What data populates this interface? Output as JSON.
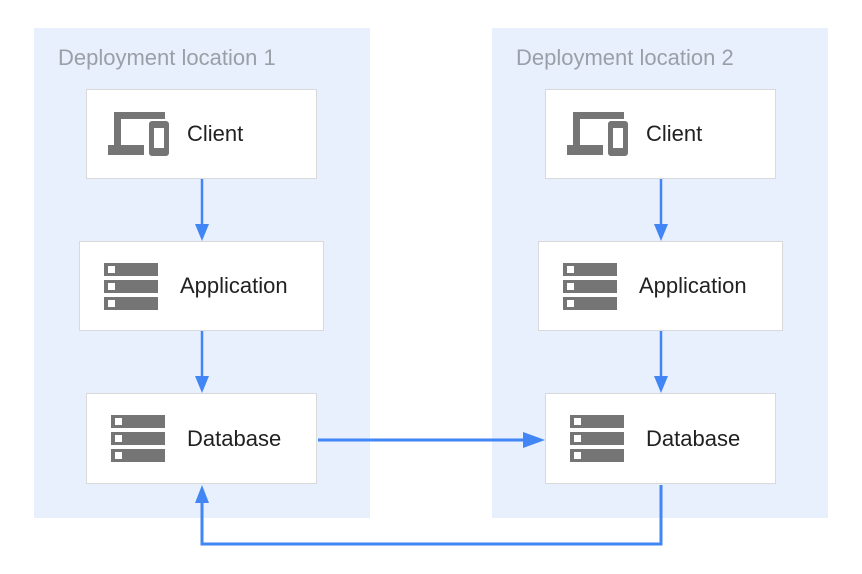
{
  "diagram": {
    "groups": [
      {
        "title": "Deployment location 1",
        "nodes": [
          {
            "id": "client-1",
            "label": "Client",
            "icon": "client-devices-icon"
          },
          {
            "id": "application-1",
            "label": "Application",
            "icon": "server-stack-icon"
          },
          {
            "id": "database-1",
            "label": "Database",
            "icon": "server-stack-icon"
          }
        ]
      },
      {
        "title": "Deployment location 2",
        "nodes": [
          {
            "id": "client-2",
            "label": "Client",
            "icon": "client-devices-icon"
          },
          {
            "id": "application-2",
            "label": "Application",
            "icon": "server-stack-icon"
          },
          {
            "id": "database-2",
            "label": "Database",
            "icon": "server-stack-icon"
          }
        ]
      }
    ],
    "connections": [
      {
        "from": "client-1",
        "to": "application-1",
        "direction": "down"
      },
      {
        "from": "application-1",
        "to": "database-1",
        "direction": "down"
      },
      {
        "from": "client-2",
        "to": "application-2",
        "direction": "down"
      },
      {
        "from": "application-2",
        "to": "database-2",
        "direction": "down"
      },
      {
        "from": "database-1",
        "to": "database-2",
        "direction": "right"
      },
      {
        "from": "database-2",
        "to": "database-1",
        "direction": "down-around-up"
      }
    ]
  },
  "colors": {
    "arrow_blue": "#4285f4",
    "zone_background": "#e8f0fe",
    "node_border": "#d9d9d9",
    "icon_gray": "#757575",
    "label_text": "#212121",
    "zone_title_text": "#9aa0a6"
  }
}
